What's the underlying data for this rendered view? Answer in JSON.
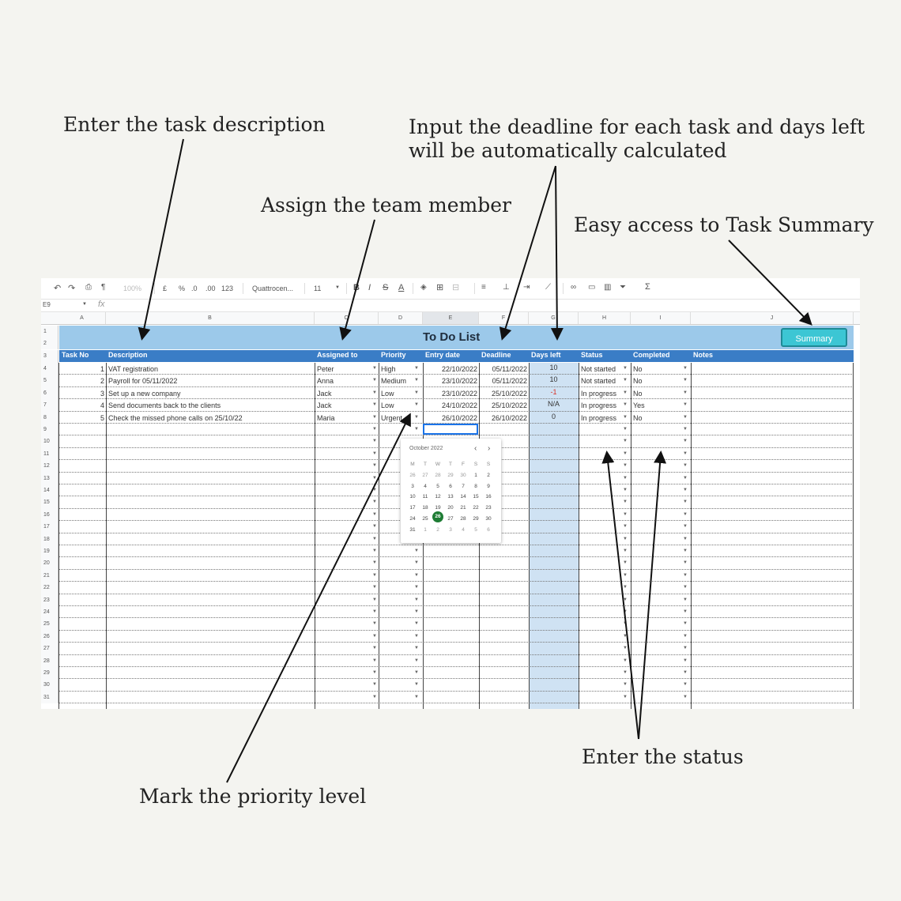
{
  "annotations": {
    "task_description": "Enter the task description",
    "deadline_line1": "Input the deadline for each task and days left",
    "deadline_line2": "will be automatically calculated",
    "team_member": "Assign the team member",
    "summary_access": "Easy access to Task Summary",
    "status": "Enter the status",
    "priority": "Mark the priority level"
  },
  "toolbar": {
    "zoom": "100%",
    "currency": "£",
    "percent": "%",
    "dec_decrease": ".0",
    "dec_increase": ".00",
    "format": "123",
    "font": "Quattrocen...",
    "font_size": "11"
  },
  "formula_bar": {
    "cell_ref": "E9",
    "fx": "fx"
  },
  "columns": [
    "A",
    "B",
    "C",
    "D",
    "E",
    "F",
    "G",
    "H",
    "I",
    "J"
  ],
  "sheet": {
    "title": "To Do List",
    "summary_button": "Summary",
    "headers": [
      "Task No",
      "Description",
      "Assigned to",
      "Priority",
      "Entry date",
      "Deadline",
      "Days left",
      "Status",
      "Completed",
      "Notes"
    ],
    "rows": [
      {
        "no": "1",
        "description": "VAT registration",
        "assigned": "Peter",
        "priority": "High",
        "entry": "22/10/2022",
        "deadline": "05/11/2022",
        "days_left": "10",
        "status": "Not started",
        "completed": "No"
      },
      {
        "no": "2",
        "description": "Payroll for 05/11/2022",
        "assigned": "Anna",
        "priority": "Medium",
        "entry": "23/10/2022",
        "deadline": "05/11/2022",
        "days_left": "10",
        "status": "Not started",
        "completed": "No"
      },
      {
        "no": "3",
        "description": "Set up a new company",
        "assigned": "Jack",
        "priority": "Low",
        "entry": "23/10/2022",
        "deadline": "25/10/2022",
        "days_left": "-1",
        "status": "In progress",
        "completed": "No"
      },
      {
        "no": "4",
        "description": "Send documents back to the clients",
        "assigned": "Jack",
        "priority": "Low",
        "entry": "24/10/2022",
        "deadline": "25/10/2022",
        "days_left": "N/A",
        "status": "In progress",
        "completed": "Yes"
      },
      {
        "no": "5",
        "description": "Check the missed phone calls on 25/10/22",
        "assigned": "Maria",
        "priority": "Urgent",
        "entry": "26/10/2022",
        "deadline": "26/10/2022",
        "days_left": "0",
        "status": "In progress",
        "completed": "No"
      }
    ],
    "negative_color": "#d93025",
    "header_color": "#3a7dc6",
    "banner_color": "#9cc9ea"
  },
  "calendar": {
    "month": "October 2022",
    "weekdays": [
      "M",
      "T",
      "W",
      "T",
      "F",
      "S",
      "S"
    ],
    "weeks": [
      [
        "26",
        "27",
        "28",
        "29",
        "30",
        "1",
        "2"
      ],
      [
        "3",
        "4",
        "5",
        "6",
        "7",
        "8",
        "9"
      ],
      [
        "10",
        "11",
        "12",
        "13",
        "14",
        "15",
        "16"
      ],
      [
        "17",
        "18",
        "19",
        "20",
        "21",
        "22",
        "23"
      ],
      [
        "24",
        "25",
        "26",
        "27",
        "28",
        "29",
        "30"
      ],
      [
        "31",
        "1",
        "2",
        "3",
        "4",
        "5",
        "6"
      ]
    ],
    "selected": "26"
  }
}
